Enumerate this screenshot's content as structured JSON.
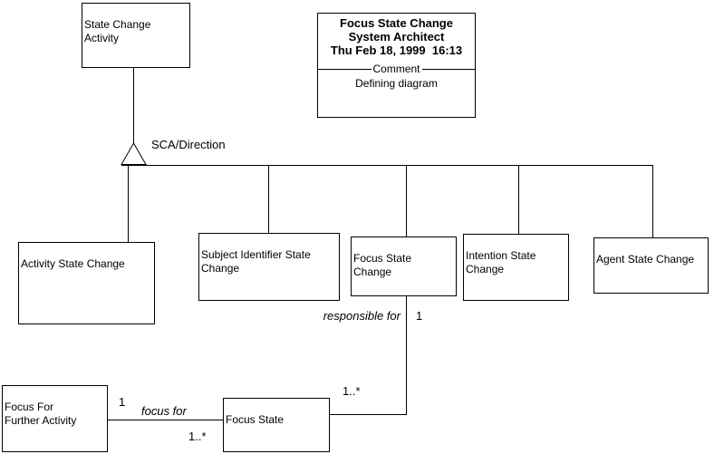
{
  "diagram": {
    "background_color": "#ffffff",
    "line_color": "#000000",
    "title_block": {
      "line1": "Focus State Change",
      "line2": "System Architect",
      "line3": "Thu Feb 18, 1999  16:13",
      "separator_label": "Comment",
      "body": "Defining diagram"
    },
    "generalization_label": "SCA/Direction",
    "classes": [
      {
        "id": "state-change-activity",
        "label": "State Change\nActivity"
      },
      {
        "id": "activity-state-change",
        "label": "Activity State Change"
      },
      {
        "id": "subject-identifier-state-change",
        "label": "Subject Identifier State\nChange"
      },
      {
        "id": "focus-state-change",
        "label": "Focus State\nChange"
      },
      {
        "id": "intention-state-change",
        "label": "Intention State\nChange"
      },
      {
        "id": "agent-state-change",
        "label": "Agent State Change"
      },
      {
        "id": "focus-for-further-activity",
        "label": "Focus For\nFurther Activity"
      },
      {
        "id": "focus-state",
        "label": "Focus State"
      }
    ],
    "associations": {
      "responsible_for": {
        "name": "responsible for",
        "near": "1",
        "far": "1..*"
      },
      "focus_for": {
        "name": "focus for",
        "near": "1",
        "far": "1..*"
      }
    }
  }
}
